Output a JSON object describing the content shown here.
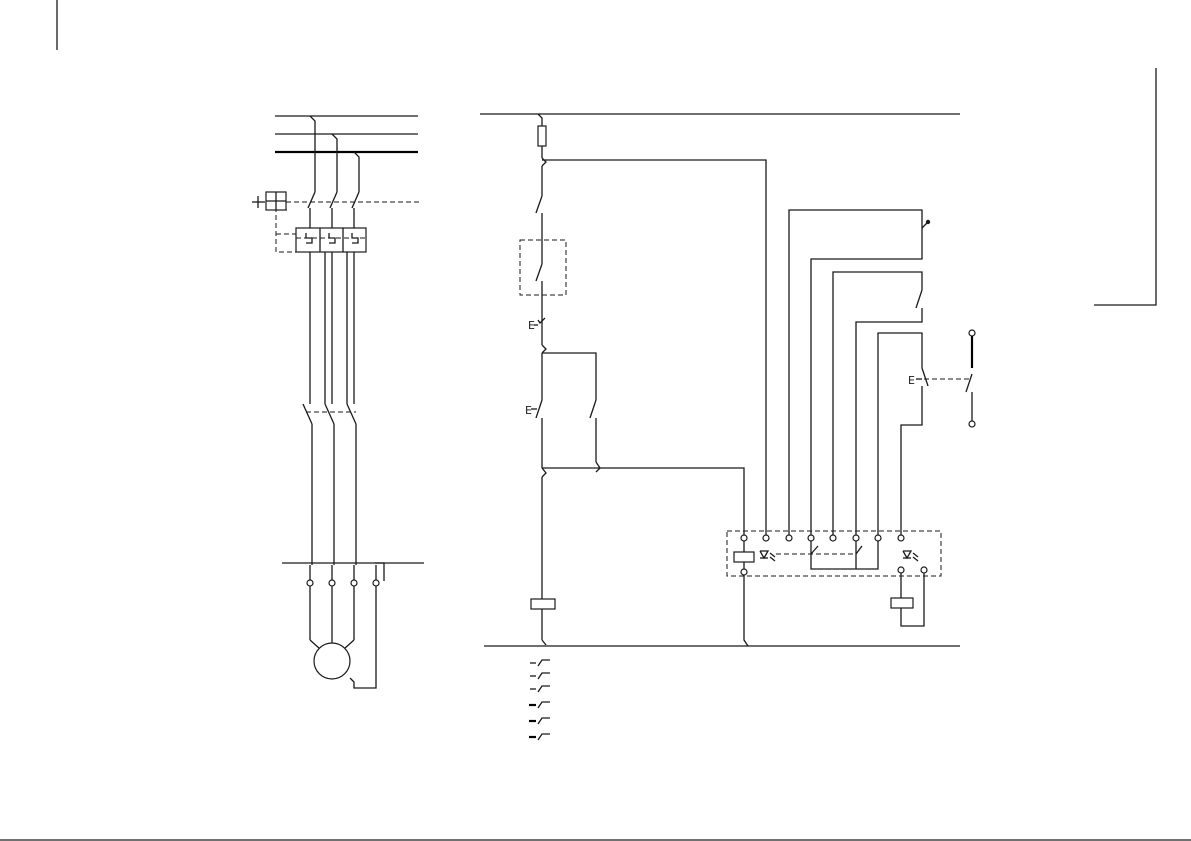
{
  "labels": {
    "emergency_symbol_1": "E",
    "emergency_symbol_2": "E",
    "emergency_symbol_3": "E"
  }
}
